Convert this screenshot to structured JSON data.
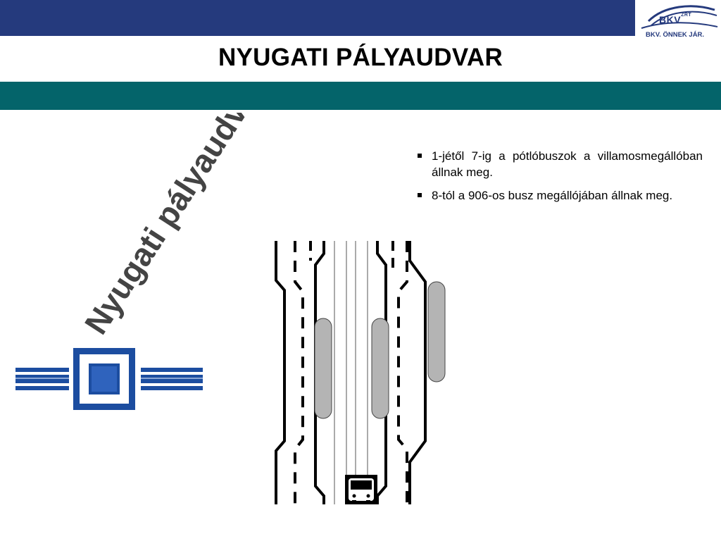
{
  "header": {
    "title": "NYUGATI PÁLYAUDVAR"
  },
  "logo": {
    "wordmark": "BKV",
    "superscript": "ZRT",
    "slogan": "BKV. ÖNNEK JÁR."
  },
  "colors": {
    "top_band": "#253a7d",
    "teal_band": "#04646a",
    "station_blue": "#1c4da0",
    "platform_gray": "#b4b4b4"
  },
  "content": {
    "bullets": [
      "1-jétől 7-ig a pótlóbuszok a villamosmegállóban állnak meg.",
      "8-tól a 906-os busz megállójában állnak meg."
    ]
  },
  "map": {
    "station_label": "Nyugati pályaudvar",
    "icons": [
      "station-square-icon",
      "bus-stop-icon"
    ]
  }
}
